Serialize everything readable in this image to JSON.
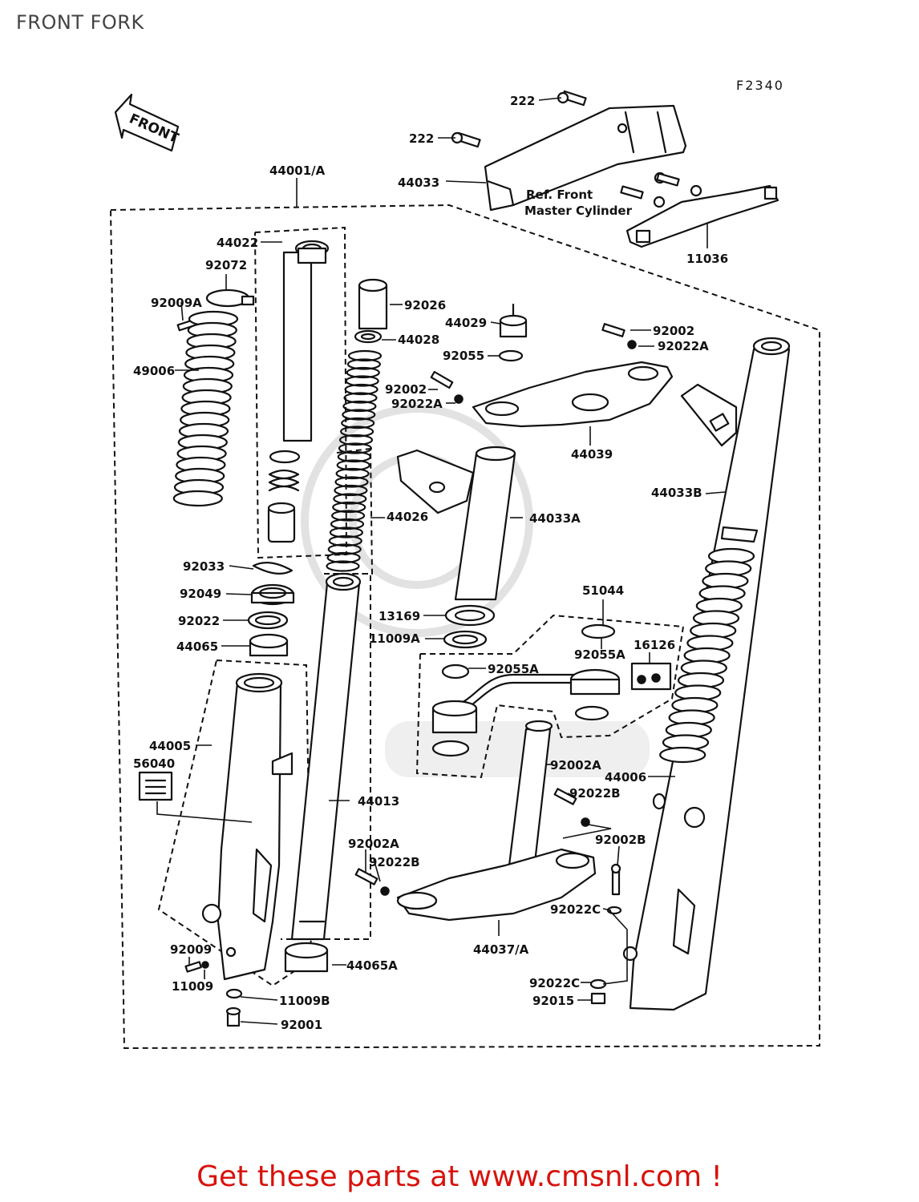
{
  "title": "FRONT FORK",
  "figure_code": "F2340",
  "front_arrow": "FRONT",
  "footer": "Get these parts at www.cmsnl.com !",
  "ref_note": [
    "Ref. Front",
    "Master Cylinder"
  ],
  "labels": {
    "p222a": "222",
    "p222b": "222",
    "p44033": "44033",
    "p11036": "11036",
    "p44001": "44001/A",
    "p44022": "44022",
    "p92072": "92072",
    "p92009A": "92009A",
    "p49006": "49006",
    "p92026": "92026",
    "p44028": "44028",
    "p44029": "44029",
    "p92055": "92055",
    "p92002a": "92002",
    "p92022Aa": "92022A",
    "p92002b": "92002",
    "p92022Ab": "92022A",
    "p44039": "44039",
    "p44026": "44026",
    "p44033A": "44033A",
    "p44033B": "44033B",
    "p92033": "92033",
    "p92049": "92049",
    "p92022": "92022",
    "p44065": "44065",
    "p13169": "13169",
    "p11009A": "11009A",
    "p51044": "51044",
    "p92055Aa": "92055A",
    "p92055Ab": "92055A",
    "p16126": "16126",
    "p44005": "44005",
    "p56040": "56040",
    "p44013": "44013",
    "p92002Aa": "92002A",
    "p44006": "44006",
    "p92022Ba": "92022B",
    "p92002Ab": "92002A",
    "p92022Bb": "92022B",
    "p92002B": "92002B",
    "p92022Ca": "92022C",
    "p44037": "44037/A",
    "p92009": "92009",
    "p11009": "11009",
    "p44065A": "44065A",
    "p11009B": "11009B",
    "p92001": "92001",
    "p92022Cb": "92022C",
    "p92015": "92015"
  }
}
